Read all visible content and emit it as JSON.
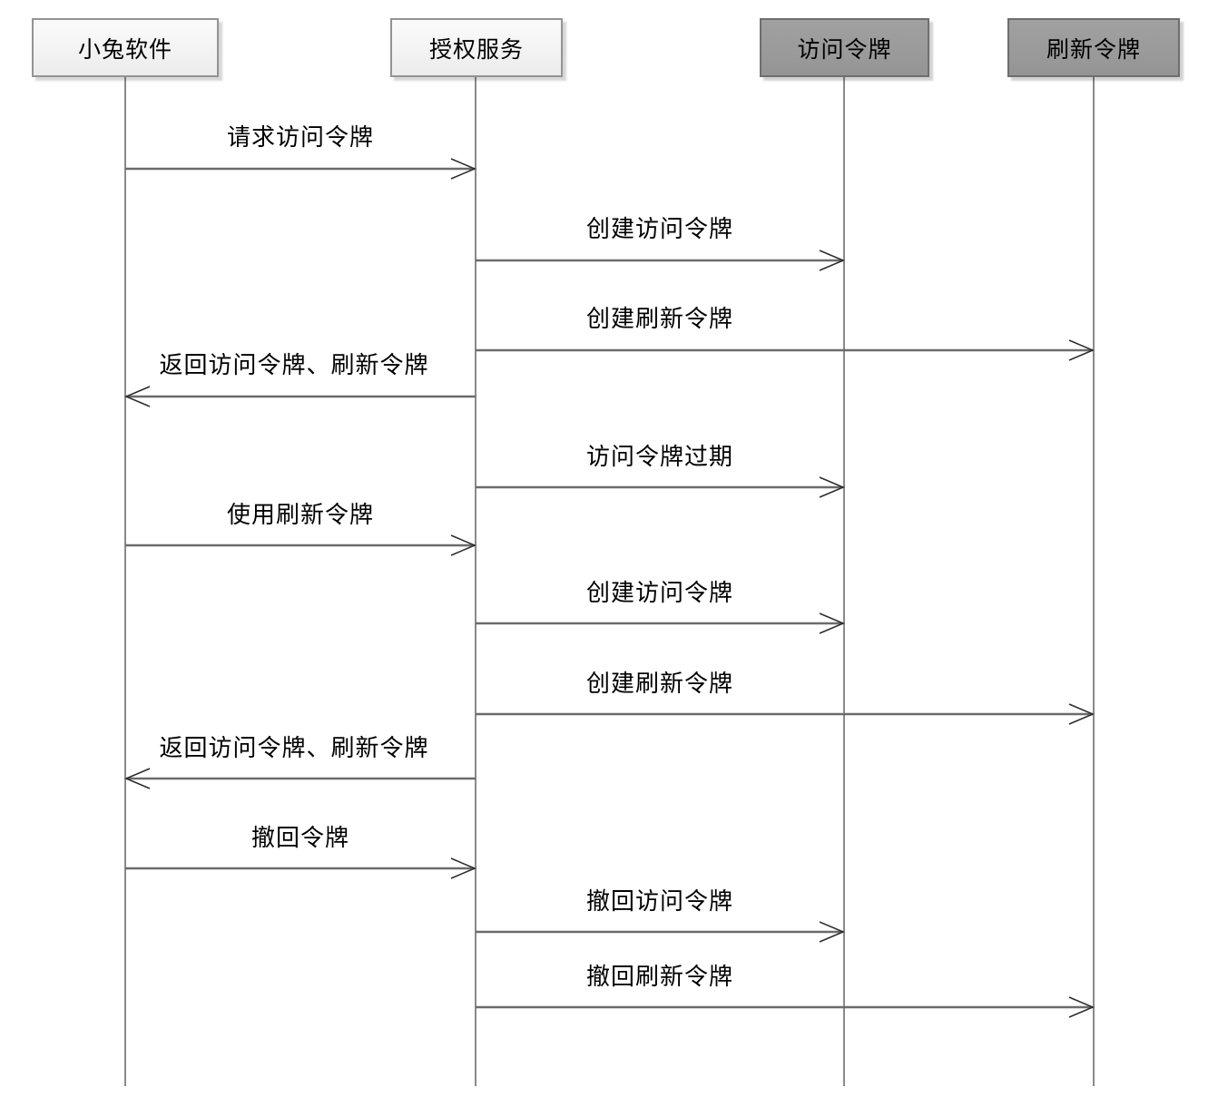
{
  "diagram": {
    "type": "sequence",
    "actors": [
      {
        "label": "小兔软件",
        "style": "light"
      },
      {
        "label": "授权服务",
        "style": "light"
      },
      {
        "label": "访问令牌",
        "style": "dark"
      },
      {
        "label": "刷新令牌",
        "style": "dark"
      }
    ],
    "messages": [
      {
        "label": "请求访问令牌",
        "from": "小兔软件",
        "to": "授权服务",
        "direction": "right"
      },
      {
        "label": "创建访问令牌",
        "from": "授权服务",
        "to": "访问令牌",
        "direction": "right"
      },
      {
        "label": "创建刷新令牌",
        "from": "授权服务",
        "to": "刷新令牌",
        "direction": "right"
      },
      {
        "label": "返回访问令牌、刷新令牌",
        "from": "授权服务",
        "to": "小兔软件",
        "direction": "left"
      },
      {
        "label": "访问令牌过期",
        "from": "授权服务",
        "to": "访问令牌",
        "direction": "right"
      },
      {
        "label": "使用刷新令牌",
        "from": "小兔软件",
        "to": "授权服务",
        "direction": "right"
      },
      {
        "label": "创建访问令牌",
        "from": "授权服务",
        "to": "访问令牌",
        "direction": "right"
      },
      {
        "label": "创建刷新令牌",
        "from": "授权服务",
        "to": "刷新令牌",
        "direction": "right"
      },
      {
        "label": "返回访问令牌、刷新令牌",
        "from": "授权服务",
        "to": "小兔软件",
        "direction": "left"
      },
      {
        "label": "撤回令牌",
        "from": "小兔软件",
        "to": "授权服务",
        "direction": "right"
      },
      {
        "label": "撤回访问令牌",
        "from": "授权服务",
        "to": "访问令牌",
        "direction": "right"
      },
      {
        "label": "撤回刷新令牌",
        "from": "授权服务",
        "to": "刷新令牌",
        "direction": "right"
      }
    ],
    "colors": {
      "actor_light_bg": "#f3f3f3",
      "actor_light_border": "#939393",
      "actor_dark_bg": "#9a9a9a",
      "actor_dark_border": "#6e6e6e",
      "lifeline": "#8a8a8a",
      "message_line": "#6b6b6b",
      "arrowhead": "#2b2b2b",
      "text": "#000000",
      "background": "#ffffff"
    }
  }
}
